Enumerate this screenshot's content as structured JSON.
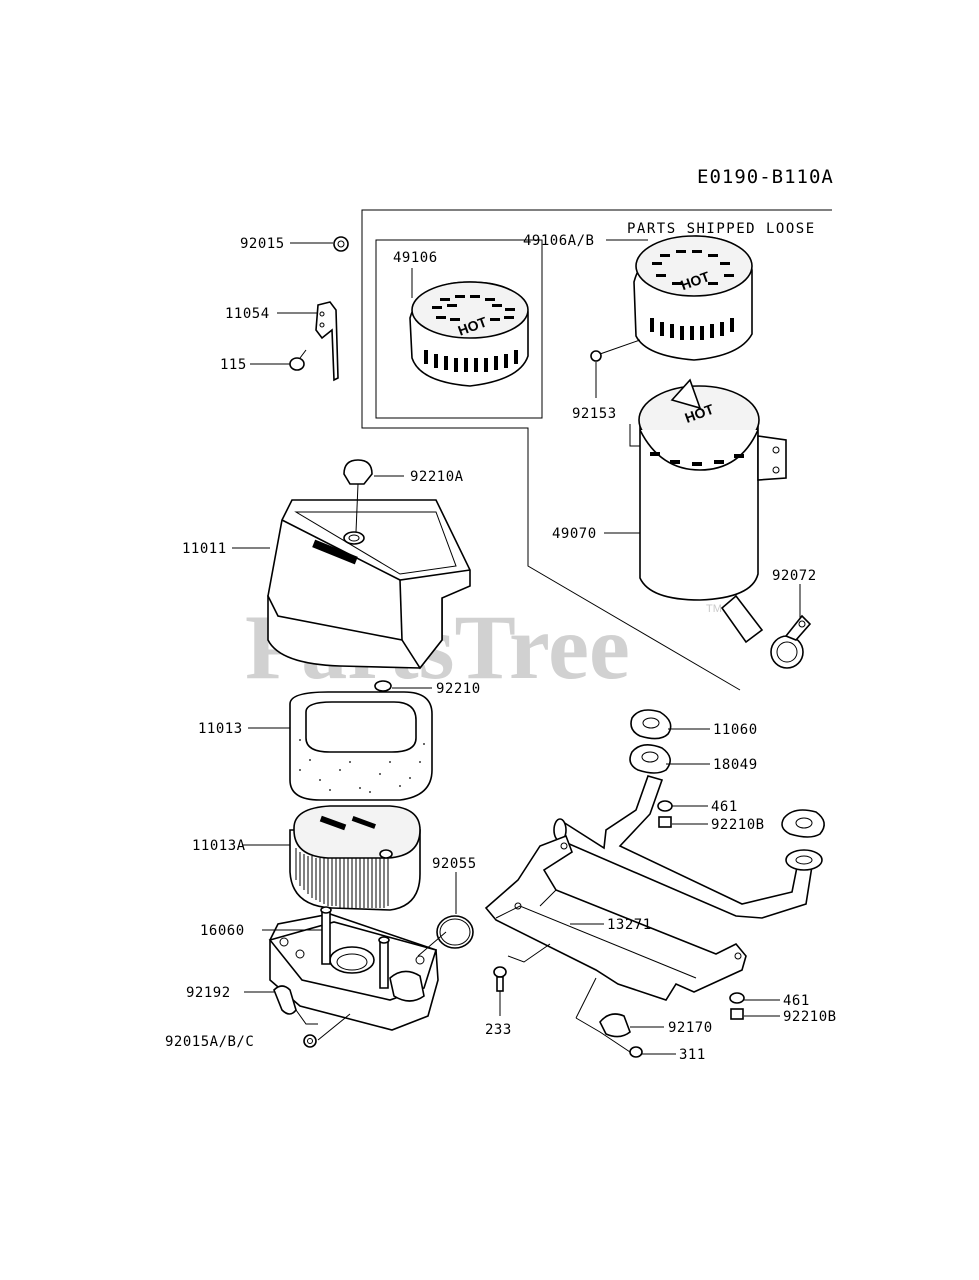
{
  "diagram_code": "E0190-B110A",
  "loose_parts_note": "PARTS SHIPPED LOOSE",
  "watermark": "PartsTree",
  "trademark": "TM",
  "hot_text": "HOT",
  "part_labels": {
    "p92015": "92015",
    "p11054": "11054",
    "p115": "115",
    "p49106": "49106",
    "p49106ab": "49106A/B",
    "p92153": "92153",
    "p92210a": "92210A",
    "p11011": "11011",
    "p49070": "49070",
    "p92072": "92072",
    "p92210": "92210",
    "p11013": "11013",
    "p11060": "11060",
    "p18049": "18049",
    "p461a": "461",
    "p92210b_a": "92210B",
    "p11013a": "11013A",
    "p92055": "92055",
    "p13271": "13271",
    "p16060": "16060",
    "p92192": "92192",
    "p461b": "461",
    "p92210b_b": "92210B",
    "p233": "233",
    "p92170": "92170",
    "p92015abc": "92015A/B/C",
    "p311": "311"
  }
}
